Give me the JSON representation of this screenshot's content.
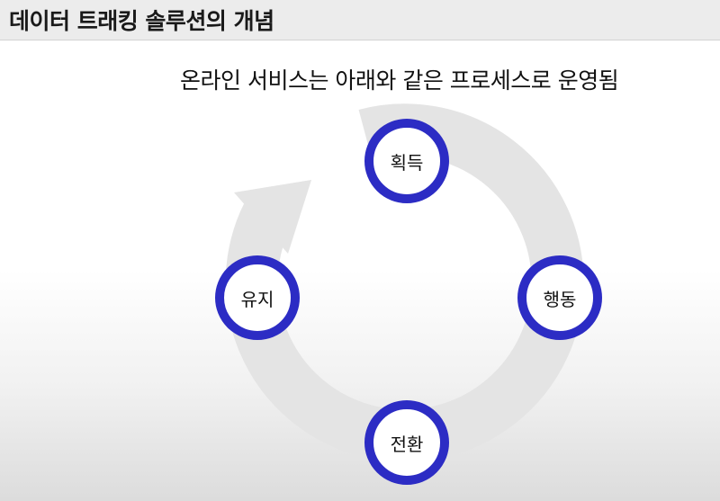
{
  "header": {
    "title": "데이터 트래킹 솔루션의 개념"
  },
  "subtitle": "온라인 서비스는 아래와 같은 프로세스로 운영됨",
  "cycle": {
    "nodes": [
      "획득",
      "행동",
      "전환",
      "유지"
    ],
    "node_color": "#2c2cc4",
    "arrow_color": "#e4e4e4"
  }
}
